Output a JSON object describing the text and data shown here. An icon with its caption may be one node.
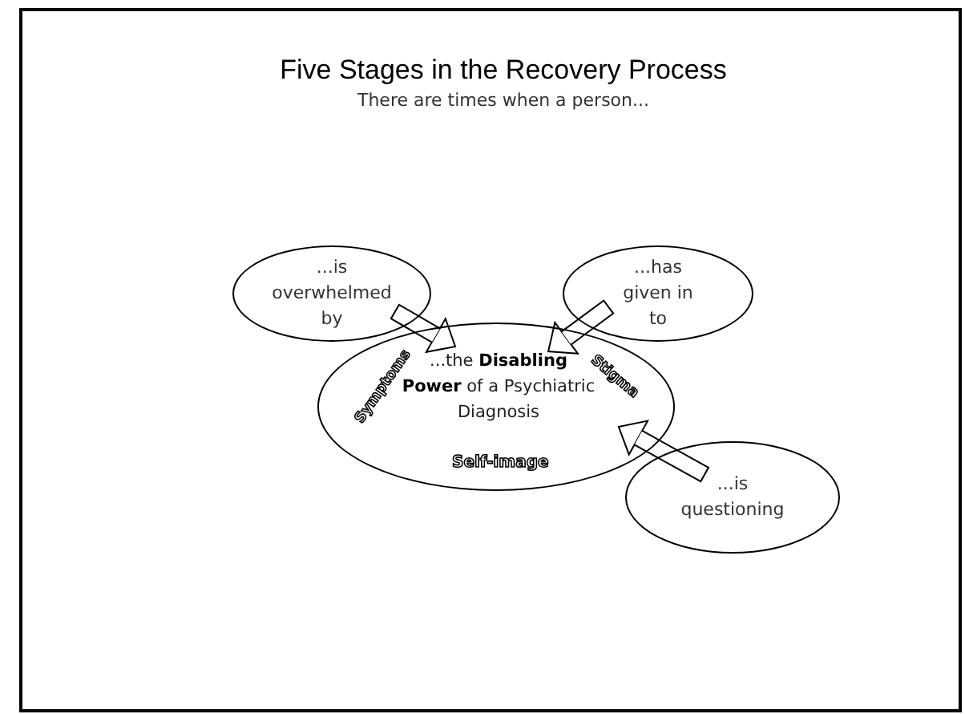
{
  "diagram": {
    "title": "Five Stages in the Recovery Process",
    "caption": "There are times when a person...",
    "nodes": [
      {
        "text": [
          "...the **Disabling Power** of a Psychiatric Diagnosis",
          "Symptoms",
          "Stigma",
          "Self-image"
        ]
      },
      {
        "text": [
          "...is overwhelmed by"
        ]
      },
      {
        "text": [
          "...has given in to"
        ]
      },
      {
        "text": [
          "...is questioning"
        ]
      }
    ],
    "edges": [
      {
        "from": 1,
        "to": 0,
        "arrow": "to"
      },
      {
        "from": 2,
        "to": 0,
        "arrow": "to"
      },
      {
        "from": 3,
        "to": 0,
        "arrow": "to"
      }
    ]
  }
}
